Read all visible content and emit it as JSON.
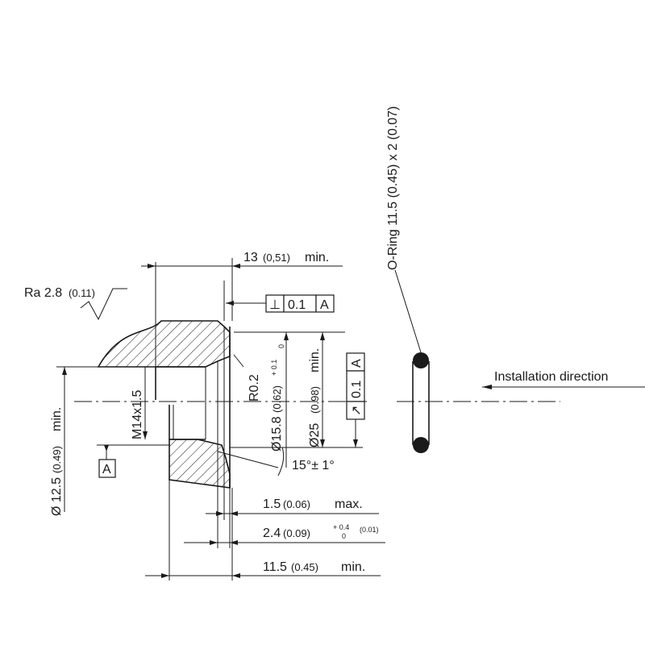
{
  "surface_finish": {
    "value": "Ra 2.8",
    "imperial": "(0.11)"
  },
  "dimensions": {
    "depth_13": {
      "value": "13",
      "imperial": "(0,51)",
      "suffix": "min."
    },
    "dia_12_5": {
      "value": "Ø 12.5",
      "imperial": "(0.49)",
      "suffix": "min."
    },
    "thread": "M14x1.5",
    "radius": "R0.2",
    "dia_15_8": {
      "value": "Ø15.8",
      "imperial": "(0.62)",
      "tol_upper": "+ 0.1",
      "tol_lower": "0"
    },
    "dia_25": {
      "value": "Ø25",
      "imperial": "(0.98)",
      "suffix": "min."
    },
    "angle": "15°± 1°",
    "dim_1_5": {
      "value": "1.5",
      "imperial": "(0.06)",
      "suffix": "max."
    },
    "dim_2_4": {
      "value": "2.4",
      "imperial": "(0.09)",
      "tol_upper": "+ 0.4",
      "tol_lower": "0",
      "tol_imperial": "(0.01)"
    },
    "dim_11_5": {
      "value": "11.5",
      "imperial": "(0.45)",
      "suffix": "min."
    }
  },
  "tolerance_frames": {
    "perpendicularity": {
      "symbol": "⊥",
      "value": "0.1",
      "datum": "A"
    },
    "runout": {
      "symbol": "↗",
      "value": "0.1",
      "datum": "A"
    }
  },
  "datum": "A",
  "oring_label": "O-Ring 11.5 (0.45) x 2 (0.07)",
  "installation_label": "Installation direction"
}
